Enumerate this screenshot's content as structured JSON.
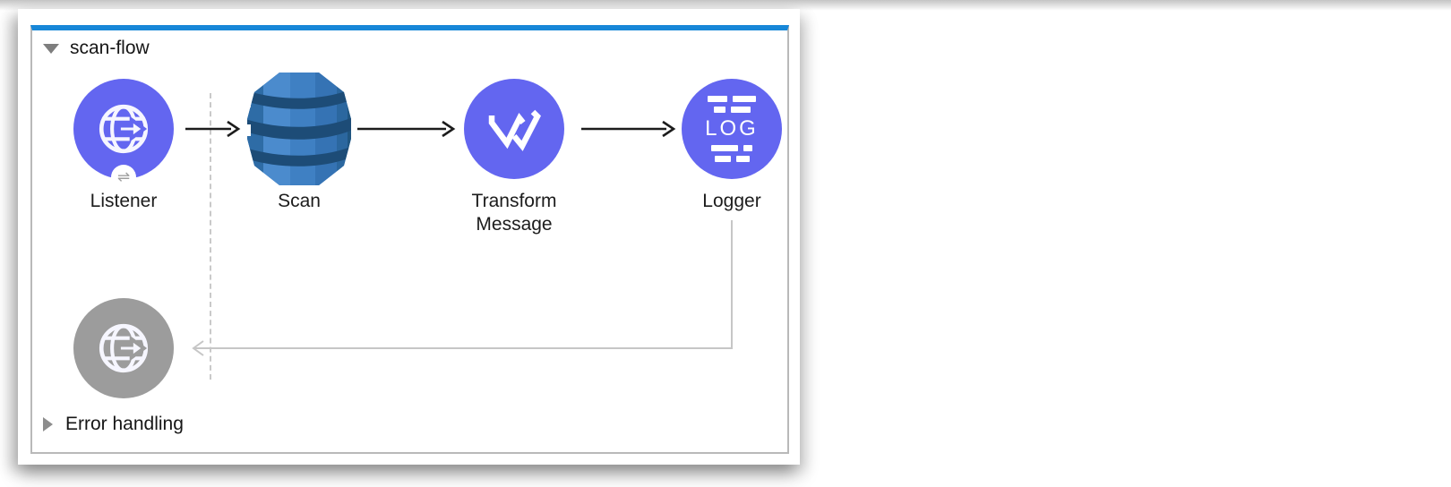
{
  "flow": {
    "title": "scan-flow",
    "nodes": [
      {
        "label": "Listener",
        "icon": "http-globe-arrow-icon",
        "badge_icon": "bidirectional-arrows-icon",
        "badge_glyph": "⇌"
      },
      {
        "label": "Scan",
        "icon": "dynamodb-database-icon"
      },
      {
        "label": "Transform Message",
        "icon": "dataweave-icon"
      },
      {
        "label": "Logger",
        "icon": "log-lines-icon",
        "log_text": "LOG"
      }
    ],
    "error_path_node": {
      "icon": "http-globe-arrow-icon",
      "state": "inactive"
    },
    "error_section": {
      "label": "Error handling",
      "collapsed": true
    }
  },
  "colors": {
    "barBlue": "#1787d8",
    "nodePurple": "#6366f0",
    "nodeGray": "#9c9c9c",
    "labelColor": "#1c1c1c",
    "borderGray": "#b9b9b9",
    "arrowBlack": "#1c1c1c",
    "returnGray": "#c6c6c6",
    "dashGray": "#c9c9c9",
    "dynLight": "#4b8bcd",
    "dynMid": "#3f80c3",
    "dynMid2": "#3573b4",
    "dynDark": "#2e6ca6",
    "dynDarker": "#2b679f",
    "dynEdge": "#205681",
    "dynBand": "#1d4c77"
  }
}
